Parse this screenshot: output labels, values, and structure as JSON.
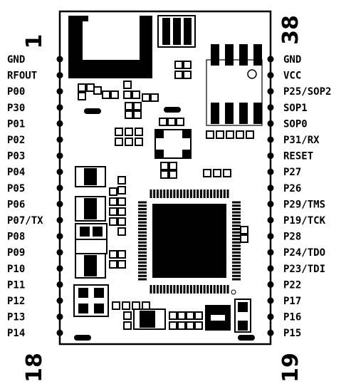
{
  "module": {
    "pin_numbers": {
      "top_left": "1",
      "top_right": "38",
      "bottom_left": "18",
      "bottom_right": "19"
    },
    "left_pins": [
      "GND",
      "RFOUT",
      "P00",
      "P30",
      "P01",
      "P02",
      "P03",
      "P04",
      "P05",
      "P06",
      "P07/TX",
      "P08",
      "P09",
      "P10",
      "P11",
      "P12",
      "P13",
      "P14"
    ],
    "right_pins": [
      "GND",
      "VCC",
      "P25/SOP2",
      "SOP1",
      "SOP0",
      "P31/RX",
      "RESET",
      "P27",
      "P26",
      "P29/TMS",
      "P19/TCK",
      "P28",
      "P24/TDO",
      "P23/TDI",
      "P22",
      "P17",
      "P16",
      "P15"
    ],
    "colors": {
      "ink": "#000000",
      "paper": "#ffffff"
    }
  }
}
